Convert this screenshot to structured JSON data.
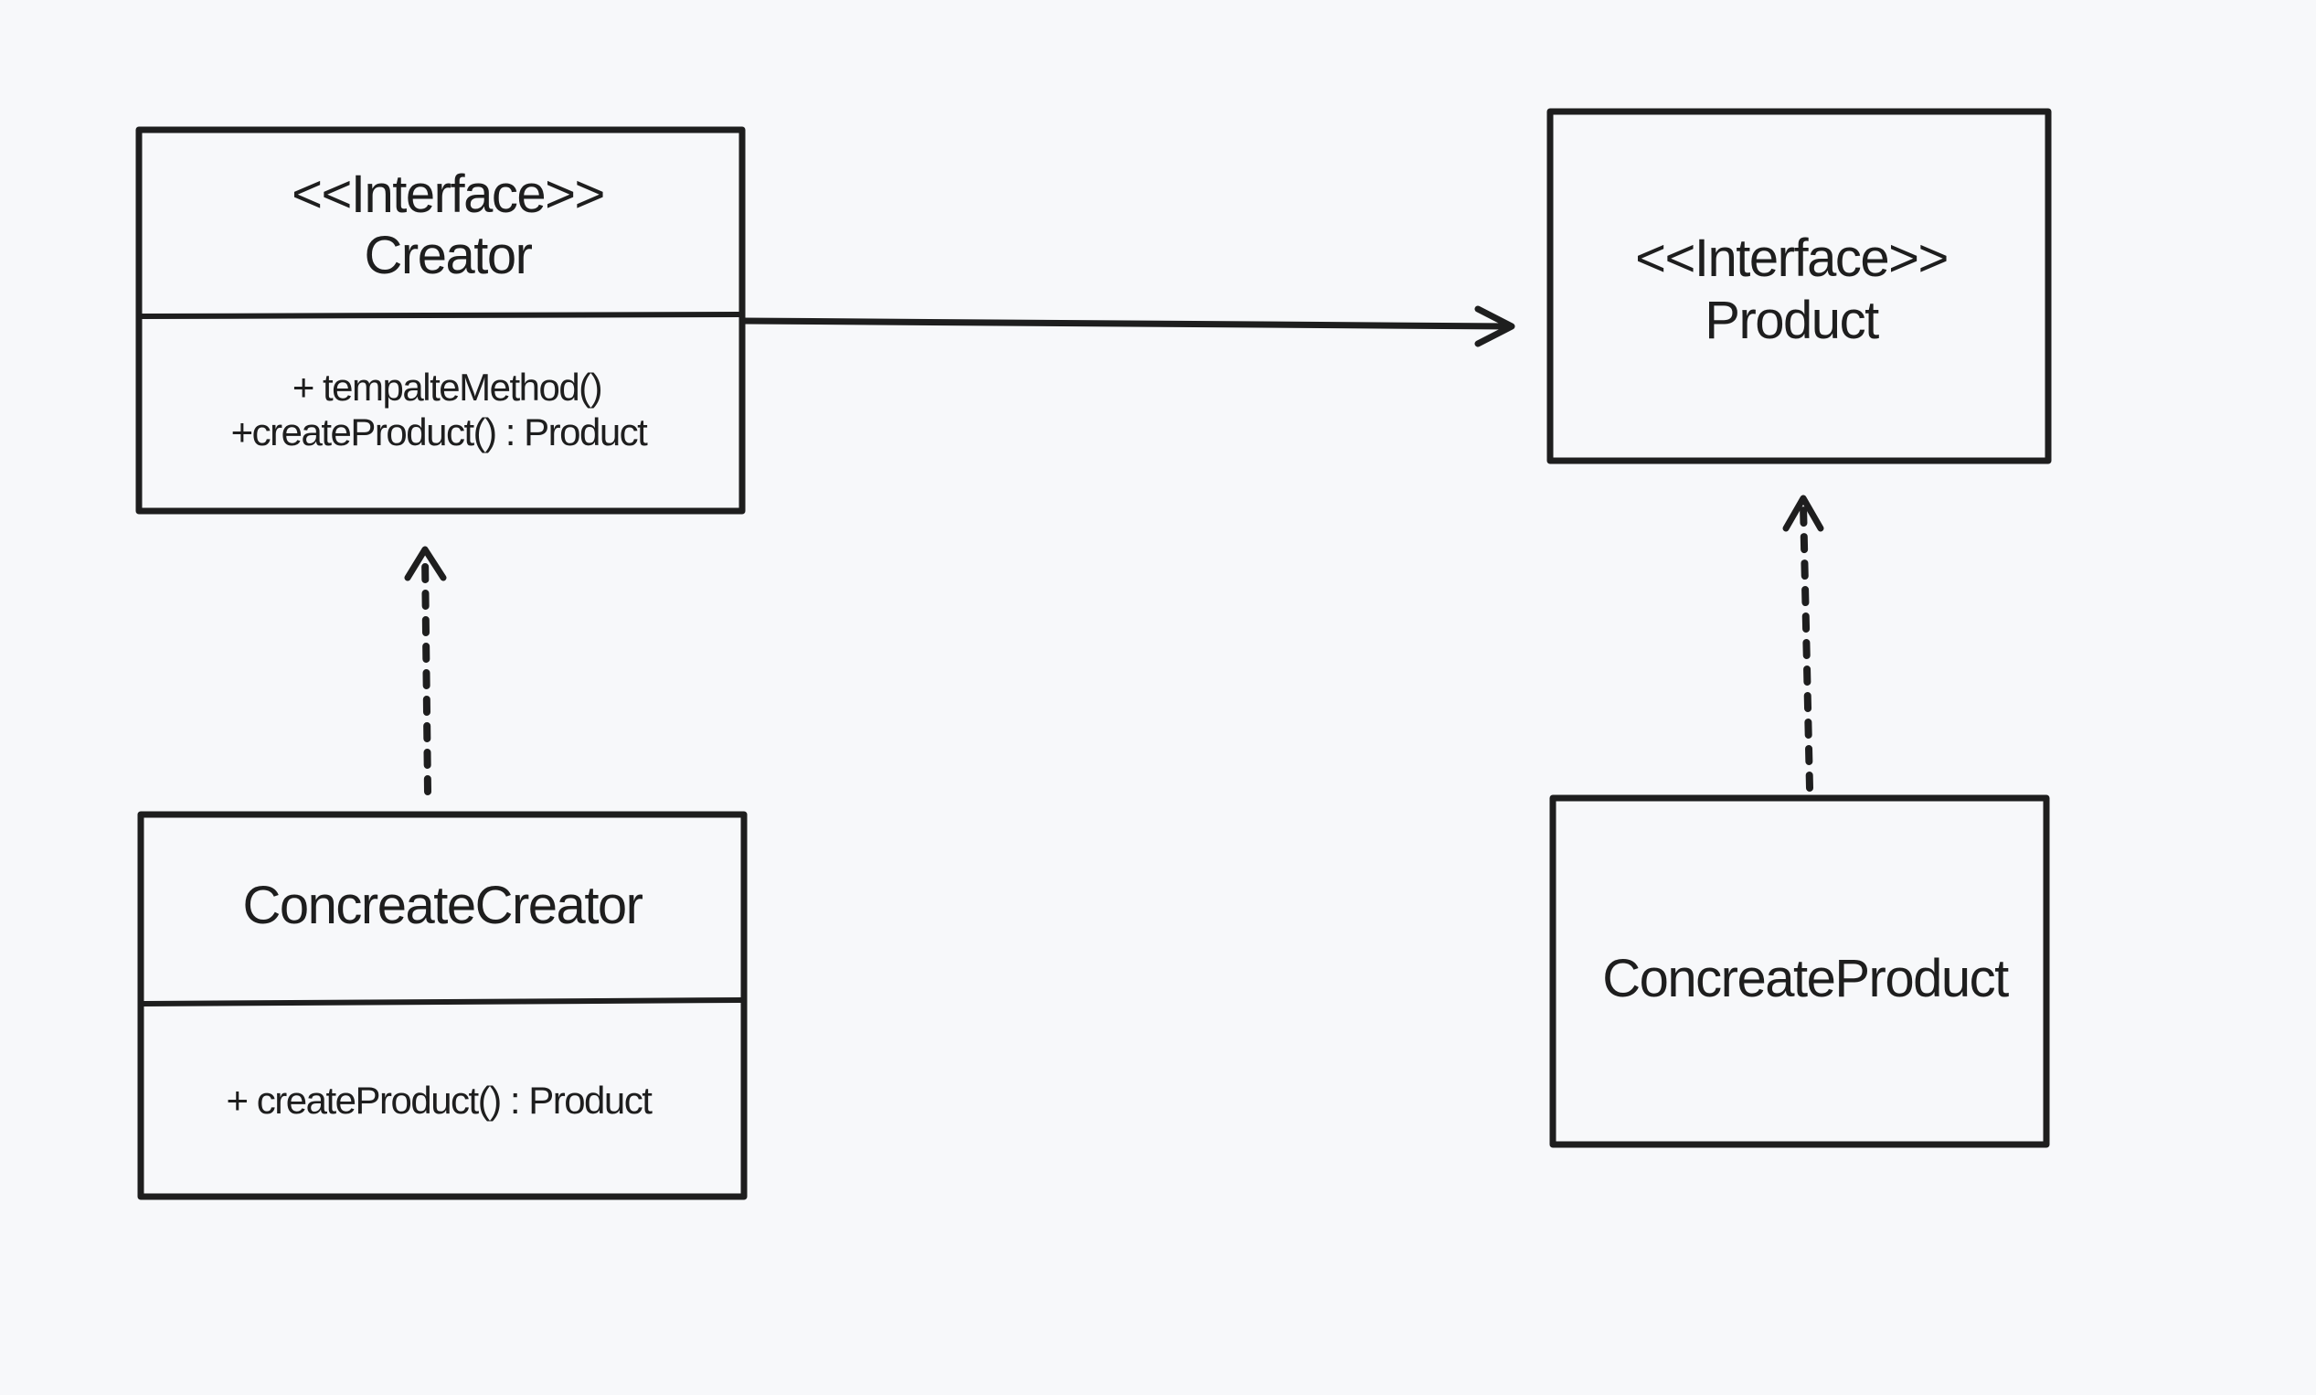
{
  "diagram": {
    "type": "uml-class-diagram",
    "classes": {
      "creator": {
        "stereotype": "<<Interface>>",
        "name": "Creator",
        "members": [
          "+ tempalteMethod()",
          "+createProduct() : Product"
        ]
      },
      "product": {
        "stereotype": "<<Interface>>",
        "name": "Product",
        "members": []
      },
      "concrete_creator": {
        "name": "ConcreateCreator",
        "members": [
          "+ createProduct() : Product"
        ]
      },
      "concrete_product": {
        "name": "ConcreateProduct",
        "members": []
      }
    },
    "relations": [
      {
        "from": "Creator",
        "to": "Product",
        "kind": "association",
        "line": "solid"
      },
      {
        "from": "ConcreateCreator",
        "to": "Creator",
        "kind": "realization",
        "line": "dashed"
      },
      {
        "from": "ConcreateProduct",
        "to": "Product",
        "kind": "realization",
        "line": "dashed"
      }
    ],
    "colors": {
      "background": "#f7f8fa",
      "stroke": "#1e1e1e"
    }
  }
}
